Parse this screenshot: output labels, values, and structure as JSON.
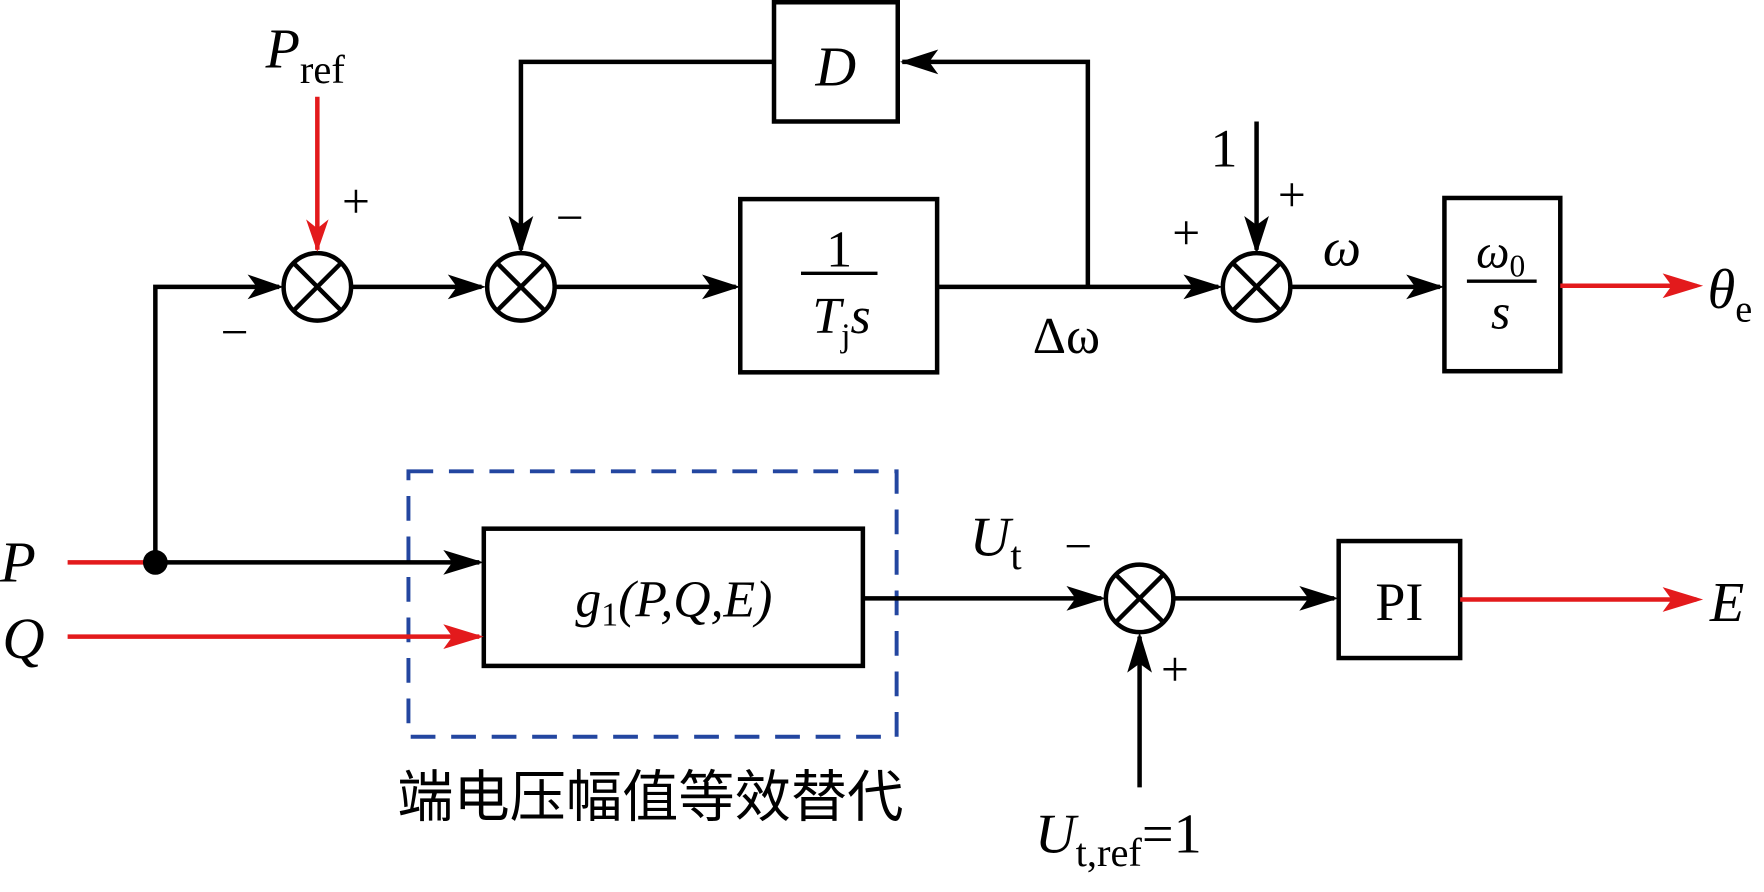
{
  "diagram": {
    "description": "Control block diagram: virtual synchronous generator active-power/frequency loop and terminal-voltage equivalent substitution loop",
    "colors": {
      "signal": "#000000",
      "input_output": "#e31a1c",
      "group_outline": "#2346a0"
    },
    "inputs": {
      "P": "P",
      "Q": "Q",
      "P_ref": {
        "main": "P",
        "sub": "ref"
      },
      "one": "1",
      "U_t_ref": {
        "main": "U",
        "sub": "t,ref",
        "rhs": "=1"
      }
    },
    "outputs": {
      "theta_e": {
        "main": "θ",
        "sub": "e"
      },
      "E": "E"
    },
    "blocks": {
      "damping": {
        "label": "D"
      },
      "inertia": {
        "num": "1",
        "den_main": "T",
        "den_sub": "j",
        "den_tail": "s"
      },
      "integrator": {
        "num_main": "ω",
        "num_sub": "0",
        "den": "s"
      },
      "g1": {
        "fn": "g",
        "fn_sub": "1",
        "args": "(P,Q,E)"
      },
      "pi": {
        "label": "PI"
      }
    },
    "signals": {
      "delta_omega": "Δω",
      "omega": "ω",
      "U_t": {
        "main": "U",
        "sub": "t"
      }
    },
    "signs": {
      "sum1_top": "+",
      "sum1_left": "−",
      "sum2_top": "−",
      "sum3_left": "+",
      "sum3_top": "+",
      "sum4_left": "−",
      "sum4_bottom": "+"
    },
    "group_label": "端电压幅值等效替代"
  }
}
